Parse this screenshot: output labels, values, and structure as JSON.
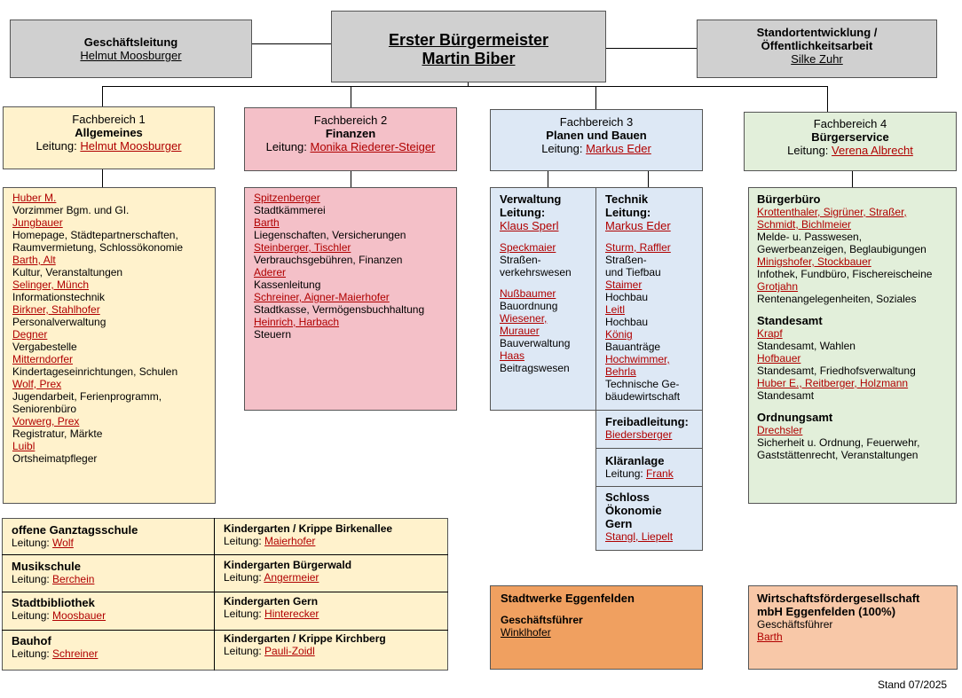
{
  "top": {
    "gl": {
      "title": "Geschäftsleitung",
      "name": "Helmut Moosburger"
    },
    "mayor": {
      "title": "Erster Bürgermeister",
      "name": "Martin Biber"
    },
    "sd": {
      "title1": "Standortentwicklung /",
      "title2": "Öffentlichkeitsarbeit",
      "name": "Silke Zuhr"
    }
  },
  "fb": [
    {
      "num": "Fachbereich 1",
      "name": "Allgemeines",
      "leitung": "Leitung:",
      "lead": "Helmut Moosburger"
    },
    {
      "num": "Fachbereich 2",
      "name": "Finanzen",
      "leitung": "Leitung:",
      "lead": "Monika Riederer-Steiger"
    },
    {
      "num": "Fachbereich 3",
      "name": "Planen und Bauen",
      "leitung": "Leitung:",
      "lead": "Markus Eder"
    },
    {
      "num": "Fachbereich 4",
      "name": "Bürgerservice",
      "leitung": "Leitung:",
      "lead": "Verena Albrecht"
    }
  ],
  "fb1": [
    {
      "names": "Huber M.",
      "text": "Vorzimmer Bgm. und GI."
    },
    {
      "names": "Jungbauer",
      "text": "Homepage, Städtepartnerschaften,",
      "text2": "Raumvermietung, Schlossökonomie"
    },
    {
      "names": "Barth,  Alt",
      "text": "Kultur, Veranstaltungen"
    },
    {
      "names": "Selinger,  Münch",
      "text": "Informationstechnik"
    },
    {
      "names": "Birkner,  Stahlhofer",
      "text": "Personalverwaltung"
    },
    {
      "names": "Degner",
      "text": "Vergabestelle"
    },
    {
      "names": "Mitterndorfer",
      "text": "Kindertageseinrichtungen, Schulen"
    },
    {
      "names": "Wolf,  Prex",
      "text": "Jugendarbeit, Ferienprogramm,",
      "text2": "Seniorenbüro"
    },
    {
      "names": "Vorwerg,  Prex",
      "text": "Registratur, Märkte"
    },
    {
      "names": "Luibl",
      "text": "Ortsheimatpfleger"
    }
  ],
  "fb2": [
    {
      "names": "Spitzenberger",
      "text": "Stadtkämmerei"
    },
    {
      "names": "Barth",
      "text": "Liegenschaften, Versicherungen"
    },
    {
      "names": "Steinberger,  Tischler",
      "text": "Verbrauchsgebühren, Finanzen"
    },
    {
      "names": "Aderer",
      "text": "Kassenleitung"
    },
    {
      "names": "Schreiner,  Aigner-Maierhofer",
      "text": "Stadtkasse, Vermögensbuchhaltung"
    },
    {
      "names": "Heinrich,  Harbach",
      "text": "Steuern"
    }
  ],
  "fb3": {
    "verwaltung": {
      "title": "Verwaltung",
      "leitung": "Leitung:",
      "lead": "Klaus Sperl",
      "items": [
        {
          "names": "Speckmaier",
          "text": "Straßen-",
          "text2": "verkehrswesen"
        },
        {
          "names": "Nußbaumer",
          "text": "Bauordnung"
        },
        {
          "names": "Wiesener,",
          "text": ""
        },
        {
          "names": "Murauer",
          "text": "Bauverwaltung"
        },
        {
          "names": "Haas",
          "text": "Beitragswesen"
        }
      ]
    },
    "technik": {
      "title": "Technik",
      "leitung": "Leitung:",
      "lead": "Markus Eder",
      "items": [
        {
          "names": "Sturm,  Raffler",
          "text": "Straßen-",
          "text2": "und Tiefbau"
        },
        {
          "names": "Staimer",
          "text": "Hochbau"
        },
        {
          "names": "Leitl",
          "text": "Hochbau"
        },
        {
          "names": "König",
          "text": "Bauanträge"
        },
        {
          "names": "Hochwimmer,",
          "text": ""
        },
        {
          "names": "Behrla",
          "text": "Technische Ge-",
          "text2": "bäudewirtschaft"
        }
      ]
    },
    "freibad": {
      "title": "Freibadleitung:",
      "names": "Biedersberger"
    },
    "klaer": {
      "title": "Kläranlage",
      "leitung": "Leitung:",
      "lead": "Frank"
    },
    "schloss": {
      "t1": "Schloss",
      "t2": "Ökonomie",
      "t3": "Gern",
      "names": "Stangl,  Liepelt"
    }
  },
  "fb4": {
    "buero": {
      "title": "Bürgerbüro",
      "names1": "Krottenthaler,  Sigrüner,  Straßer,",
      "names2": "Schmidt,  Bichlmeier",
      "text": "Melde- u. Passwesen,",
      "text2": "Gewerbeanzeigen, Beglaubigungen",
      "names3": "Minigshofer,  Stockbauer",
      "text3": "Infothek, Fundbüro, Fischereischeine",
      "names4": "Grotjahn",
      "text4": "Rentenangelegenheiten, Soziales"
    },
    "standesamt": {
      "title": "Standesamt",
      "names1": "Krapf",
      "text1": "Standesamt, Wahlen",
      "names2": "Hofbauer",
      "text2": "Standesamt, Friedhofsverwaltung",
      "names3": "Huber E.,  Reitberger,  Holzmann",
      "text3": "Standesamt"
    },
    "ordnung": {
      "title": "Ordnungsamt",
      "names": "Drechsler",
      "text": "Sicherheit u. Ordnung, Feuerwehr,",
      "text2": "Gaststättenrecht, Veranstaltungen"
    }
  },
  "bottom_left": [
    {
      "title": "offene Ganztagsschule",
      "leitung": "Leitung:",
      "lead": "Wolf"
    },
    {
      "title": "Musikschule",
      "leitung": "Leitung:",
      "lead": "Berchein"
    },
    {
      "title": "Stadtbibliothek",
      "leitung": "Leitung:",
      "lead": "Moosbauer"
    },
    {
      "title": "Bauhof",
      "leitung": "Leitung:",
      "lead": "Schreiner"
    }
  ],
  "bottom_kiga": [
    {
      "title": "Kindergarten / Krippe Birkenallee",
      "leitung": "Leitung:",
      "lead": "Maierhofer"
    },
    {
      "title": "Kindergarten Bürgerwald",
      "leitung": "Leitung:",
      "lead": "Angermeier"
    },
    {
      "title": "Kindergarten Gern",
      "leitung": "Leitung:",
      "lead": "Hinterecker"
    },
    {
      "title": "Kindergarten / Krippe Kirchberg",
      "leitung": "Leitung:",
      "lead": "Pauli-Zoidl"
    }
  ],
  "stadtwerke": {
    "title": "Stadtwerke Eggenfelden",
    "role": "Geschäftsführer",
    "name": "Winklhofer"
  },
  "wirtschaft": {
    "title1": "Wirtschaftsfördergesellschaft",
    "title2": "mbH Eggenfelden (100%)",
    "role": "Geschäftsführer",
    "name": "Barth"
  },
  "stand": "Stand 07/2025"
}
